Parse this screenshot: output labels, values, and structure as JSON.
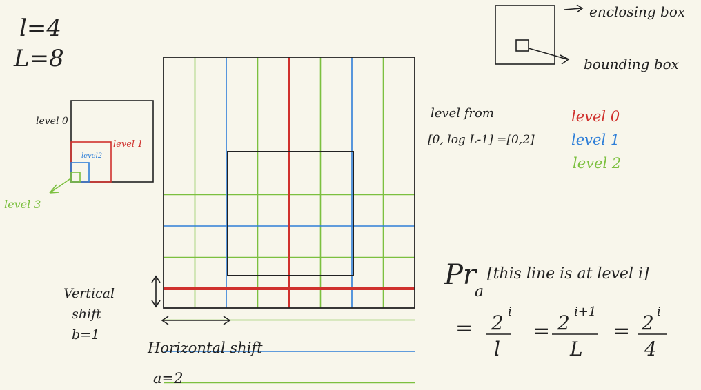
{
  "params": {
    "l": "l=4",
    "L": "L=8"
  },
  "legend": {
    "enclosing": "enclosing box",
    "bounding": "bounding box"
  },
  "small_diagram": {
    "level0": "level 0",
    "level1": "level 1",
    "level2": "level2",
    "level3": "level 3"
  },
  "level_range": {
    "line1": "level from",
    "line2": "[0, log L-1] =[0,2]"
  },
  "level_key": {
    "items": [
      {
        "label": "level 0",
        "color": "#d0312d"
      },
      {
        "label": "level 1",
        "color": "#2f7fd8"
      },
      {
        "label": "level 2",
        "color": "#7cc03f"
      }
    ]
  },
  "shifts": {
    "vertical1": "Vertical",
    "vertical2": "shift",
    "vertical3": "b=1",
    "horizontal1": "Horizontal shift",
    "horizontal2": "a=2"
  },
  "formula": {
    "pr": "Pr",
    "sub": "a",
    "bracket": "[this line is at level i]",
    "eq1": "=",
    "f1_num": "2",
    "f1_exp": "i",
    "f1_den": "l",
    "eq2": "=",
    "f2_num": "2",
    "f2_exp": "i+1",
    "f2_den": "L",
    "eq3": "=",
    "f3_num": "2",
    "f3_exp": "i",
    "f3_den": "4"
  },
  "colors": {
    "level0": "#d0312d",
    "level1": "#2f7fd8",
    "level2": "#7cc03f",
    "ink": "#222222"
  }
}
